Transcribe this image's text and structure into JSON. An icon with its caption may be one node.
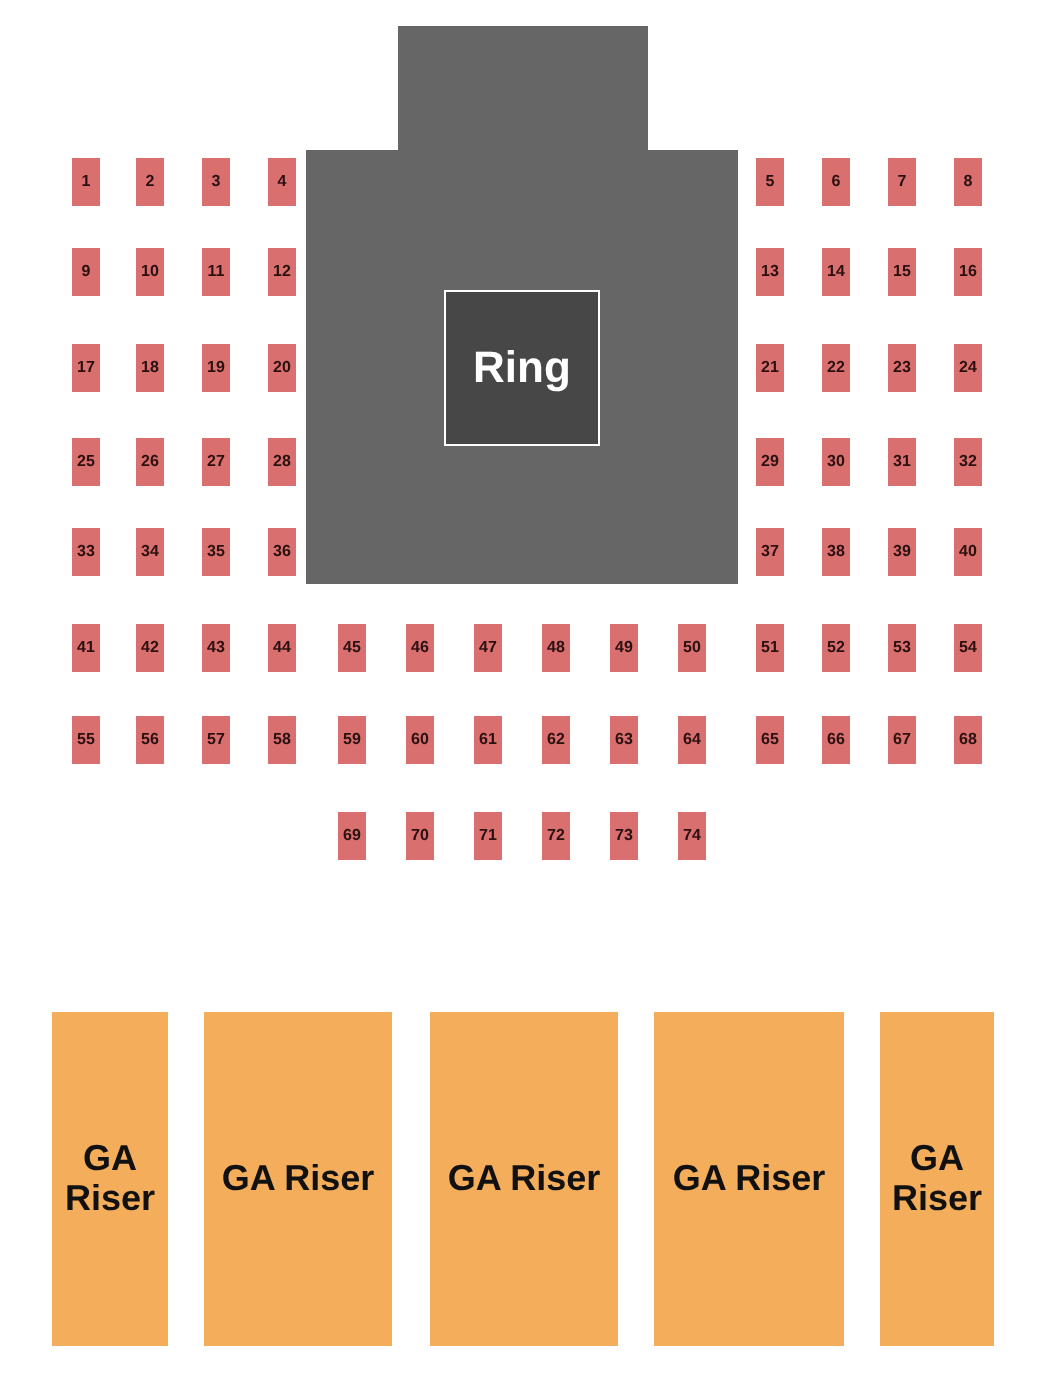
{
  "diagram": {
    "nodes": [
      {
        "text": [],
        "shape": "box"
      },
      {
        "text": [],
        "shape": "box"
      },
      {
        "text": [
          "Ring"
        ],
        "in": 1
      },
      {
        "text": [
          "1"
        ]
      },
      {
        "text": [
          "2"
        ]
      },
      {
        "text": [
          "3"
        ]
      },
      {
        "text": [
          "4"
        ]
      },
      {
        "text": [
          "5"
        ]
      },
      {
        "text": [
          "6"
        ]
      },
      {
        "text": [
          "7"
        ]
      },
      {
        "text": [
          "8"
        ]
      },
      {
        "text": [
          "9"
        ]
      },
      {
        "text": [
          "10"
        ]
      },
      {
        "text": [
          "11"
        ]
      },
      {
        "text": [
          "12"
        ]
      },
      {
        "text": [
          "13"
        ]
      },
      {
        "text": [
          "14"
        ]
      },
      {
        "text": [
          "15"
        ]
      },
      {
        "text": [
          "16"
        ]
      },
      {
        "text": [
          "17"
        ]
      },
      {
        "text": [
          "18"
        ]
      },
      {
        "text": [
          "19"
        ]
      },
      {
        "text": [
          "20"
        ]
      },
      {
        "text": [
          "21"
        ]
      },
      {
        "text": [
          "22"
        ]
      },
      {
        "text": [
          "23"
        ]
      },
      {
        "text": [
          "24"
        ]
      },
      {
        "text": [
          "25"
        ]
      },
      {
        "text": [
          "26"
        ]
      },
      {
        "text": [
          "27"
        ]
      },
      {
        "text": [
          "28"
        ]
      },
      {
        "text": [
          "29"
        ]
      },
      {
        "text": [
          "30"
        ]
      },
      {
        "text": [
          "31"
        ]
      },
      {
        "text": [
          "32"
        ]
      },
      {
        "text": [
          "33"
        ]
      },
      {
        "text": [
          "34"
        ]
      },
      {
        "text": [
          "35"
        ]
      },
      {
        "text": [
          "36"
        ]
      },
      {
        "text": [
          "37"
        ]
      },
      {
        "text": [
          "38"
        ]
      },
      {
        "text": [
          "39"
        ]
      },
      {
        "text": [
          "40"
        ]
      },
      {
        "text": [
          "41"
        ]
      },
      {
        "text": [
          "42"
        ]
      },
      {
        "text": [
          "43"
        ]
      },
      {
        "text": [
          "44"
        ]
      },
      {
        "text": [
          "45"
        ]
      },
      {
        "text": [
          "46"
        ]
      },
      {
        "text": [
          "47"
        ]
      },
      {
        "text": [
          "48"
        ]
      },
      {
        "text": [
          "49"
        ]
      },
      {
        "text": [
          "50"
        ]
      },
      {
        "text": [
          "51"
        ]
      },
      {
        "text": [
          "52"
        ]
      },
      {
        "text": [
          "53"
        ]
      },
      {
        "text": [
          "54"
        ]
      },
      {
        "text": [
          "55"
        ]
      },
      {
        "text": [
          "56"
        ]
      },
      {
        "text": [
          "57"
        ]
      },
      {
        "text": [
          "58"
        ]
      },
      {
        "text": [
          "59"
        ]
      },
      {
        "text": [
          "60"
        ]
      },
      {
        "text": [
          "61"
        ]
      },
      {
        "text": [
          "62"
        ]
      },
      {
        "text": [
          "63"
        ]
      },
      {
        "text": [
          "64"
        ]
      },
      {
        "text": [
          "65"
        ]
      },
      {
        "text": [
          "66"
        ]
      },
      {
        "text": [
          "67"
        ]
      },
      {
        "text": [
          "68"
        ]
      },
      {
        "text": [
          "69"
        ]
      },
      {
        "text": [
          "70"
        ]
      },
      {
        "text": [
          "71"
        ]
      },
      {
        "text": [
          "72"
        ]
      },
      {
        "text": [
          "73"
        ]
      },
      {
        "text": [
          "74"
        ]
      },
      {
        "text": [
          "GA Riser"
        ]
      },
      {
        "text": [
          "GA Riser"
        ]
      },
      {
        "text": [
          "GA Riser"
        ]
      },
      {
        "text": [
          "GA Riser"
        ]
      },
      {
        "text": [
          "GA Riser"
        ]
      }
    ]
  }
}
